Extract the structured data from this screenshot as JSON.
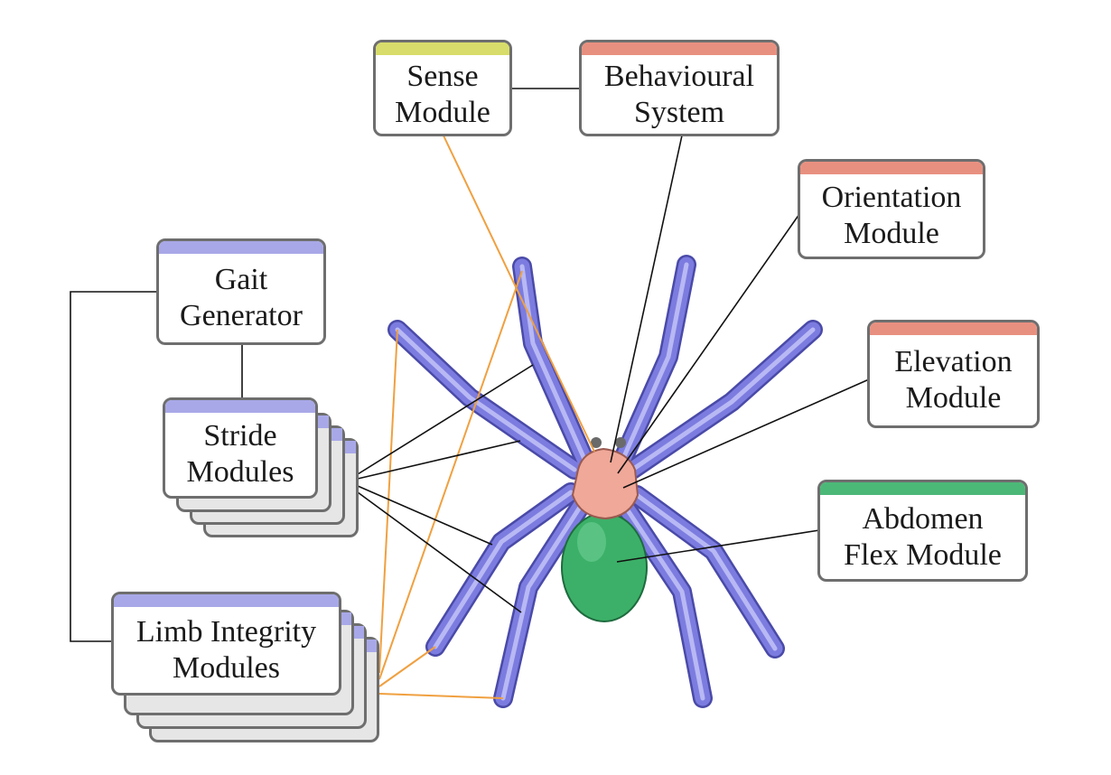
{
  "colors": {
    "sense": "#d8dc6a",
    "behaviour": "#e89080",
    "locomotion": "#a8a8e8",
    "abdomen": "#4cb878",
    "spider_leg": "#7c7ce0",
    "spider_cephalothorax": "#f0a898",
    "spider_abdomen": "#3cb068",
    "line_dark": "#111111",
    "line_orange": "#f0a040"
  },
  "modules": {
    "sense": {
      "line1": "Sense",
      "line2": "Module"
    },
    "behavioural": {
      "line1": "Behavioural",
      "line2": "System"
    },
    "orientation": {
      "line1": "Orientation",
      "line2": "Module"
    },
    "elevation": {
      "line1": "Elevation",
      "line2": "Module"
    },
    "abdomen": {
      "line1": "Abdomen",
      "line2": "Flex Module"
    },
    "gait": {
      "line1": "Gait",
      "line2": "Generator"
    },
    "stride": {
      "line1": "Stride",
      "line2": "Modules"
    },
    "limb": {
      "line1": "Limb Integrity",
      "line2": "Modules"
    }
  }
}
